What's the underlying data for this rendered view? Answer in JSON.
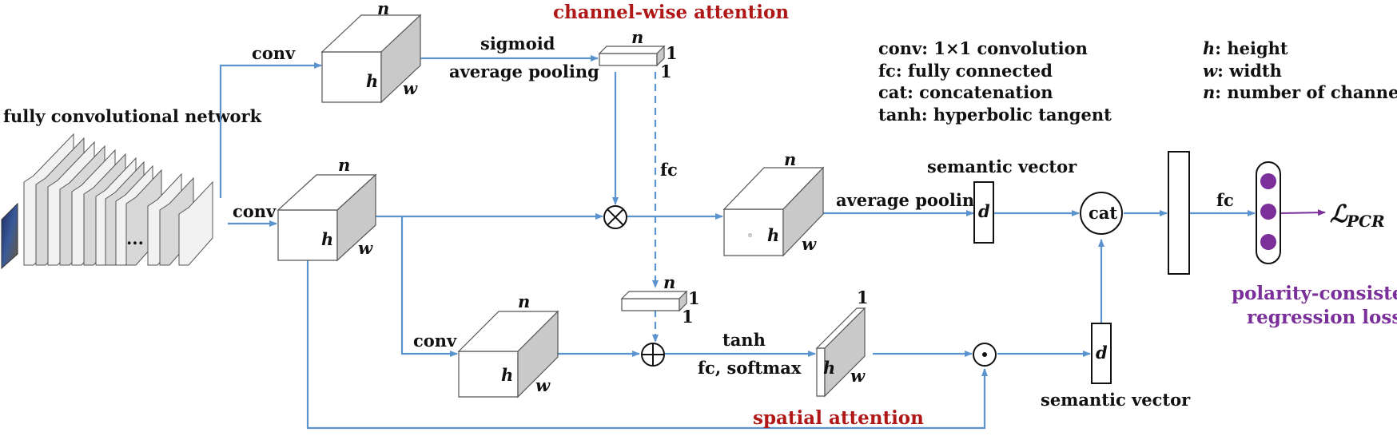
{
  "titles": {
    "channel_attention": "channel-wise attention",
    "spatial_attention": "spatial attention",
    "loss_line1": "polarity-consistent",
    "loss_line2": "regression loss"
  },
  "labels": {
    "fcn": "fully convolutional network",
    "conv": "conv",
    "sigmoid": "sigmoid",
    "average_pooling": "average pooling",
    "fc": "fc",
    "tanh": "tanh",
    "fc_softmax": "fc, softmax",
    "semantic_vector": "semantic vector",
    "cat": "cat",
    "ellipsis": "...",
    "loss_symbol": "ℒ",
    "loss_subscript": "PCR"
  },
  "dims": {
    "n": "n",
    "h": "h",
    "w": "w",
    "one": "1",
    "d": "d"
  },
  "operators": {
    "multiply": "⊗",
    "add": "⊕",
    "hadamard": "⊙"
  },
  "legend_left": [
    "conv: 1×1 convolution",
    "fc: fully connected",
    "cat: concatenation",
    "tanh: hyperbolic tangent"
  ],
  "legend_right": [
    {
      "symbol": "h",
      "text": ": height"
    },
    {
      "symbol": "w",
      "text": ": width"
    },
    {
      "symbol": "n",
      "text": ": number of channels"
    }
  ],
  "colors": {
    "arrow": "#5b93cf",
    "red_title": "#b01818",
    "purple_title": "#7a2f9a",
    "output_node": "#7a2f9a"
  }
}
